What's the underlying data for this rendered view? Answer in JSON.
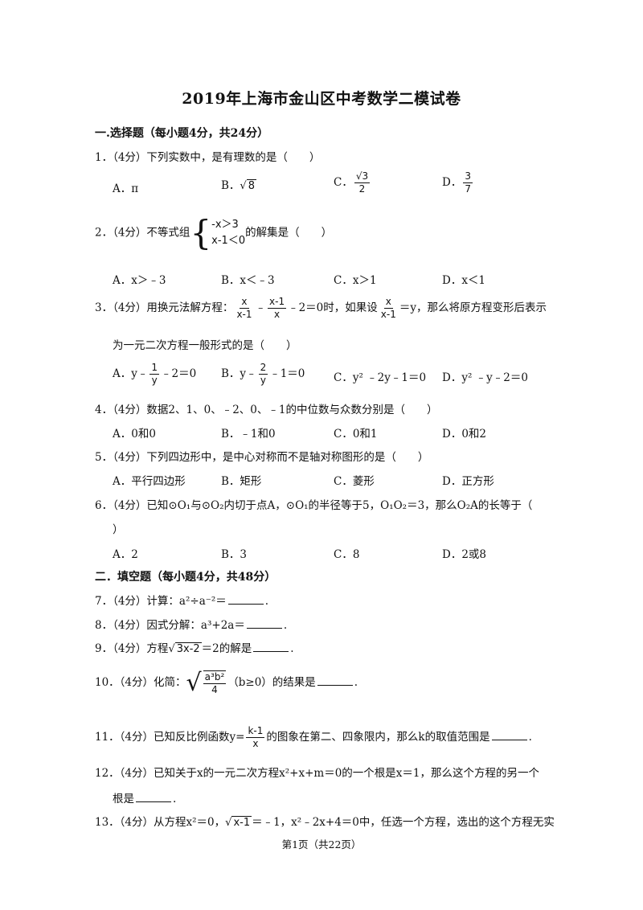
{
  "title": "2019年上海市金山区中考数学二模试卷",
  "sec1": "一.选择题（每小题4分，共24分）",
  "q1": {
    "stem": "1．（4分）下列实数中，是有理数的是（　　）",
    "a": "A．π",
    "b_lab": "B．",
    "b_rad": "8",
    "c_lab": "C．",
    "c_num": "3",
    "c_den": "2",
    "d_lab": "D．",
    "d_num": "3",
    "d_den": "7"
  },
  "q2": {
    "pre": "2．（4分）不等式组",
    "row1": "-x＞3",
    "row2": "x-1＜0",
    "post": "的解集是（　　）",
    "a": "A．x＞﹣3",
    "b": "B．x＜﹣3",
    "c": "C．x＞1",
    "d": "D．x＜1"
  },
  "q3": {
    "p1": "3．（4分）用换元法解方程：",
    "f1n": "x",
    "f1d": "x-1",
    "minus": "﹣",
    "f2n": "x-1",
    "f2d": "x",
    "p2": "﹣2＝0时，如果设",
    "f3n": "x",
    "f3d": "x-1",
    "p3": "＝y，那么将原方程变形后表示",
    "line2": "为一元二次方程一般形式的是（　　）",
    "a_pre": "A．y﹣",
    "a_fn": "1",
    "a_fd": "y",
    "a_post": "﹣2＝0",
    "b_pre": "B．y﹣",
    "b_fn": "2",
    "b_fd": "y",
    "b_post": "﹣1＝0",
    "c": "C．y² ﹣2y﹣1＝0",
    "d": "D．y² ﹣y﹣2＝0"
  },
  "q4": {
    "stem": "4．（4分）数据2、1、0、﹣2、0、﹣1的中位数与众数分别是（　　）",
    "a": "A．0和0",
    "b": "B．﹣1和0",
    "c": "C．0和1",
    "d": "D．0和2"
  },
  "q5": {
    "stem": "5．（4分）下列四边形中，是中心对称而不是轴对称图形的是（　　）",
    "a": "A．平行四边形",
    "b": "B．矩形",
    "c": "C．菱形",
    "d": "D．正方形"
  },
  "q6": {
    "stem": "6．（4分）已知⊙O₁与⊙O₂内切于点A，⊙O₁的半径等于5，O₁O₂＝3，那么O₂A的长等于（",
    "line2": "）",
    "a": "A．2",
    "b": "B．3",
    "c": "C．8",
    "d": "D．2或8"
  },
  "sec2": "二．填空题（每小题4分，共48分）",
  "q7": "7．（4分）计算：a²÷a⁻²＝",
  "q8": "8．（4分）因式分解：a³+2a＝",
  "q9": {
    "pre": "9．（4分）方程",
    "rad": "3x-2",
    "post": "＝2的解是"
  },
  "q10": {
    "pre": "10．（4分）化简：",
    "num": "a³b²",
    "den": "4",
    "post": "（b≥0）的结果是"
  },
  "q11": {
    "pre": "11．（4分）已知反比例函数y=",
    "fn": "k-1",
    "fd": "x",
    "post": "的图象在第二、四象限内，那么k的取值范围是"
  },
  "q12": {
    "line1": "12．（4分）已知关于x的一元二次方程x²+x+m＝0的一个根是x＝1，那么这个方程的另一个",
    "line2": "根是"
  },
  "q13": {
    "pre": "13．（4分）从方程x²＝0，",
    "rad": "x-1",
    "post": "＝﹣1，x²﹣2x+4＝0中，任选一个方程，选出的这个方程无实"
  },
  "period": ".",
  "footer": "第1页（共22页）"
}
